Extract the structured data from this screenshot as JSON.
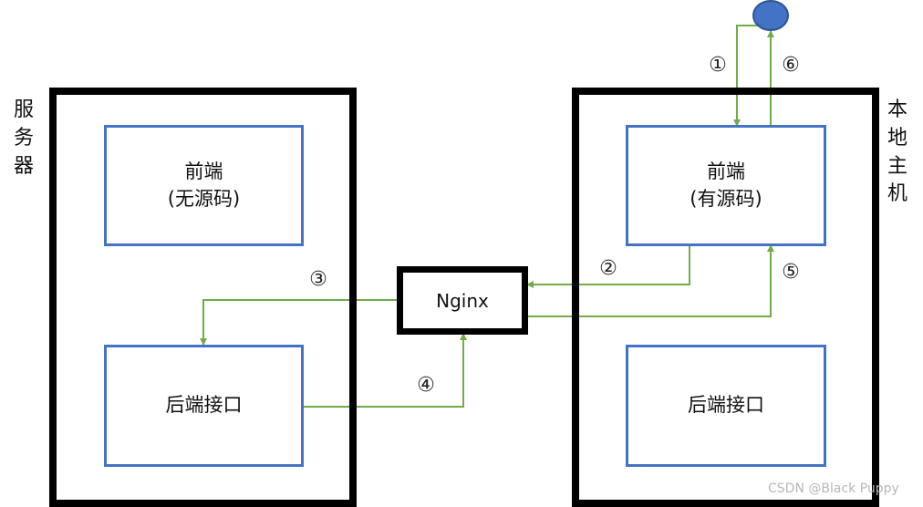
{
  "server": {
    "label_chars": [
      "服",
      "务",
      "器"
    ],
    "frontend_line1": "前端",
    "frontend_line2": "(无源码)",
    "backend": "后端接口"
  },
  "local": {
    "label_chars": [
      "本",
      "地",
      "主",
      "机"
    ],
    "frontend_line1": "前端",
    "frontend_line2": "(有源码)",
    "backend": "后端接口"
  },
  "proxy": {
    "label": "Nginx"
  },
  "steps": [
    "①",
    "②",
    "③",
    "④",
    "⑤",
    "⑥"
  ],
  "colors": {
    "frame": "#000000",
    "box": "#4472c4",
    "arrow": "#70ad47",
    "user": "#4472c4"
  },
  "watermark": "CSDN @Black Puppy"
}
